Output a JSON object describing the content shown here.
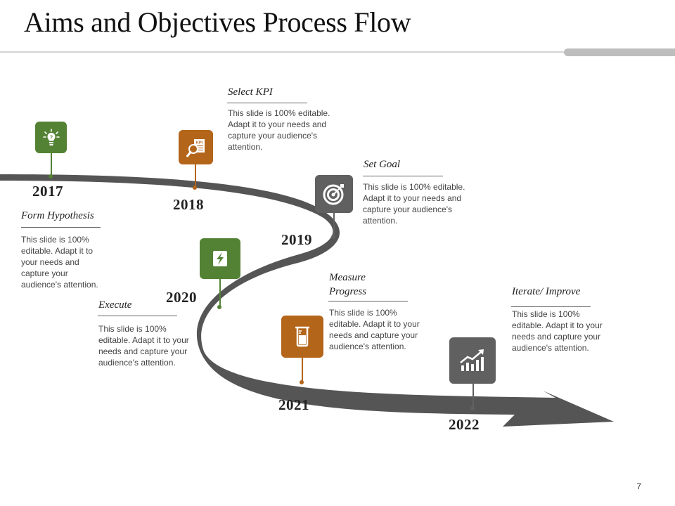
{
  "title": "Aims and Objectives Process Flow",
  "page_number": "7",
  "colors": {
    "green": "#548235",
    "orange": "#b3651a",
    "gray": "#606060",
    "road": "#555555"
  },
  "steps": [
    {
      "year": "2017",
      "title": "Form Hypothesis",
      "description": "This slide is 100% editable. Adapt it to your needs and capture your audience's attention.",
      "icon": "lightbulb-icon",
      "color": "green"
    },
    {
      "year": "2018",
      "title": "Select KPI",
      "description": "This slide is 100% editable. Adapt it to your needs and capture your audience's attention.",
      "icon": "kpi-report-icon",
      "icon_label": "KPI",
      "color": "orange"
    },
    {
      "year": "2019",
      "title": "Set Goal",
      "description": "This slide is 100% editable. Adapt it to your needs and capture your audience's attention.",
      "icon": "target-icon",
      "color": "gray"
    },
    {
      "year": "2020",
      "title": "Execute",
      "description": "This slide is 100% editable. Adapt it to your needs and capture your audience's attention.",
      "icon": "lightning-icon",
      "color": "green"
    },
    {
      "year": "2021",
      "title": "Measure Progress",
      "description": "This slide is 100% editable. Adapt it to your needs and capture your audience's attention.",
      "icon": "beaker-icon",
      "color": "orange"
    },
    {
      "year": "2022",
      "title": "Iterate/ Improve",
      "description": "This slide is 100% editable. Adapt it to your needs and capture your audience's attention.",
      "icon": "growth-chart-icon",
      "color": "gray"
    }
  ]
}
